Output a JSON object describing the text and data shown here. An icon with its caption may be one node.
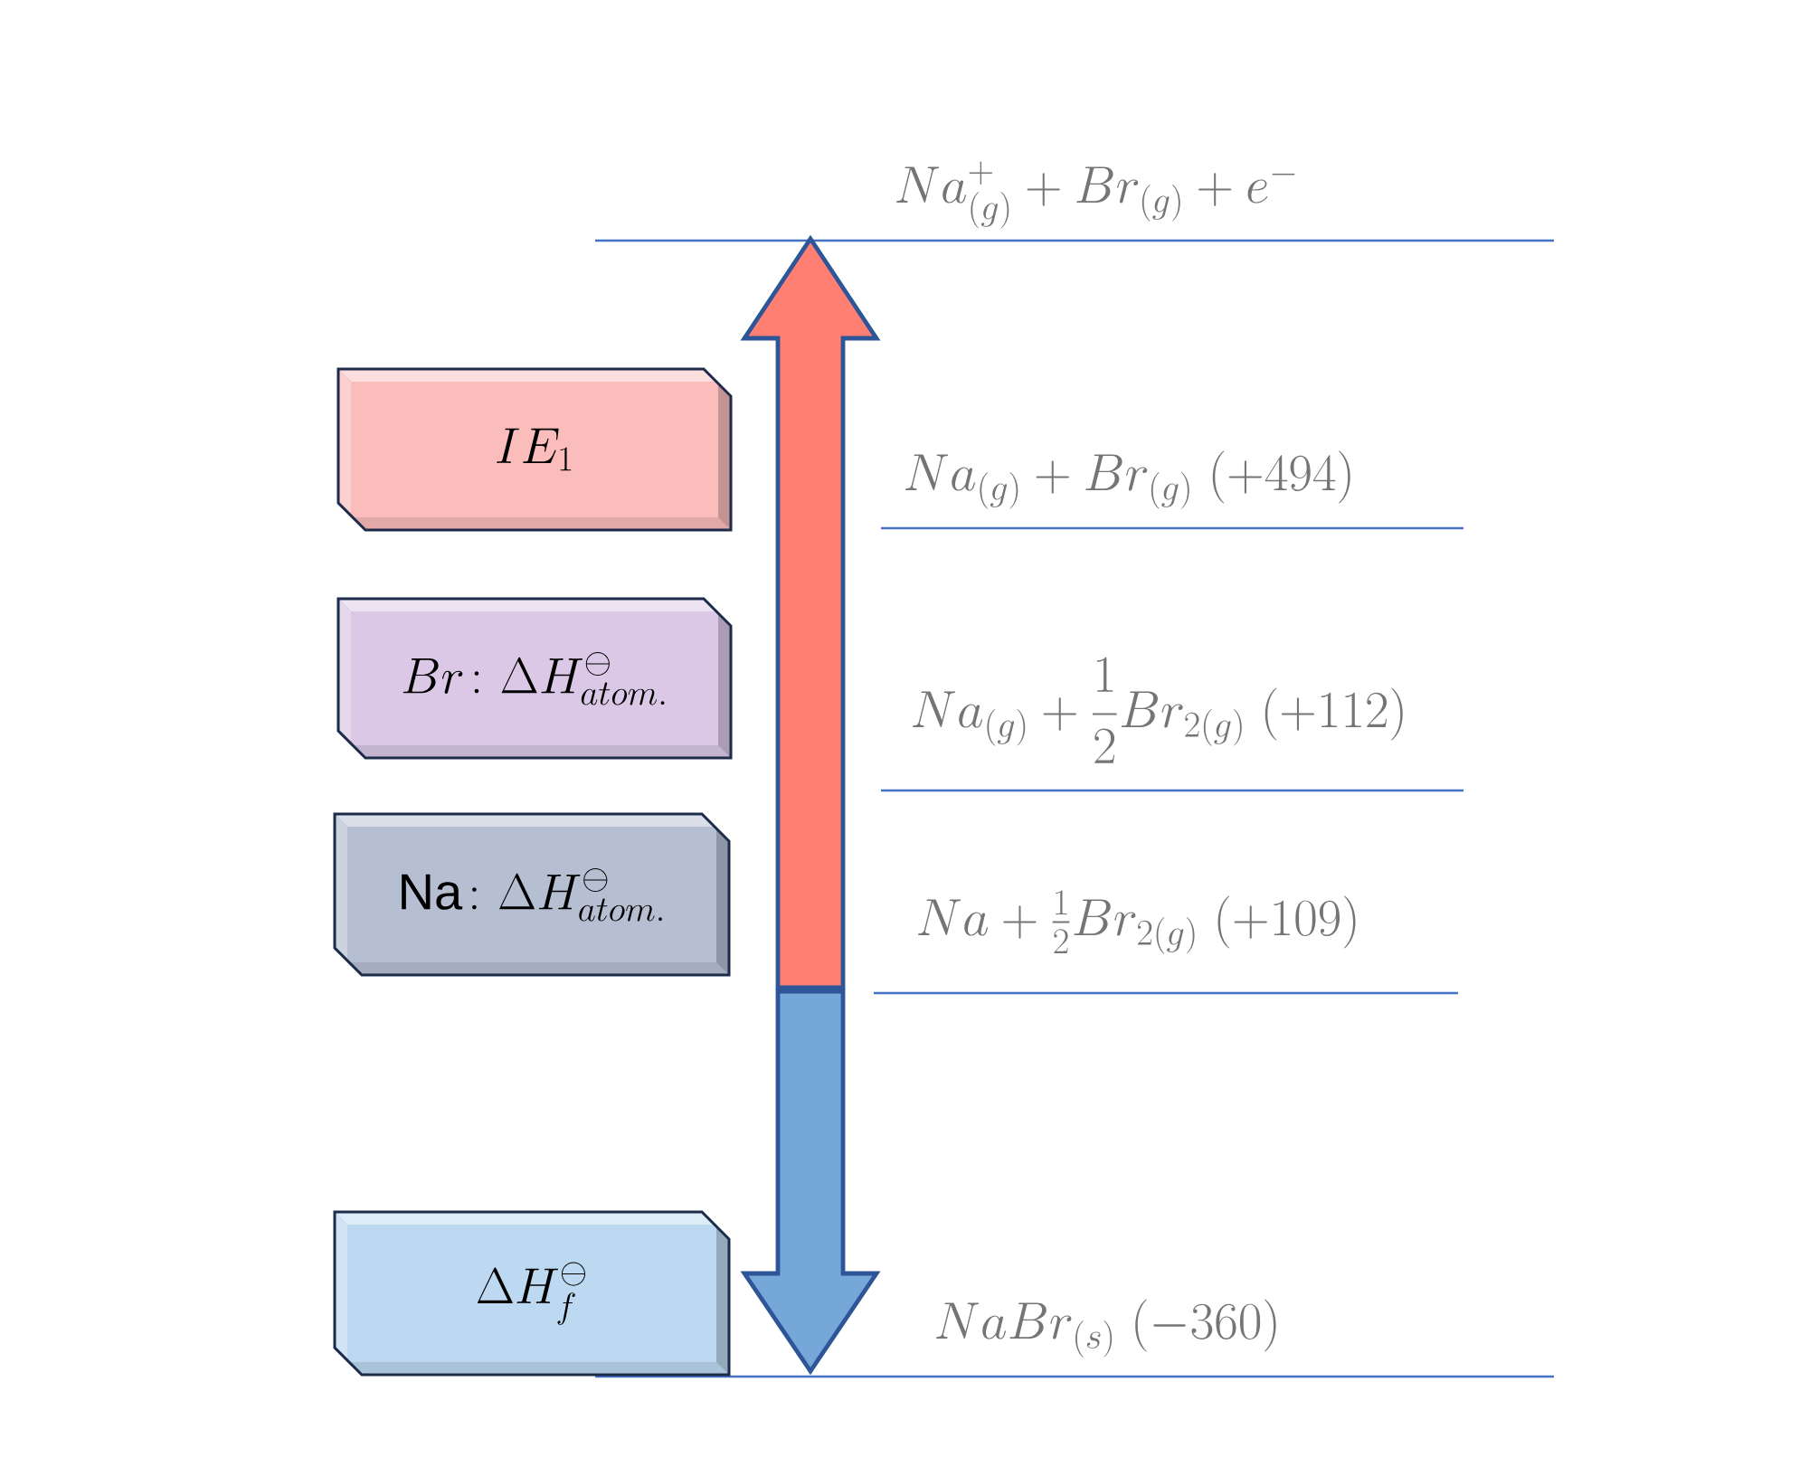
{
  "diagram": {
    "nodes": [
      {
        "text": [
          "IE_{1}"
        ]
      },
      {
        "text": [
          "Br\\colon\\Delta H^{\\ominus}_{atom.}"
        ]
      },
      {
        "text": [
          "\\mathrm{Na}\\colon\\Delta H^{\\ominus}_{atom.}"
        ]
      },
      {
        "text": [
          "\\Delta H^{\\ominus}_{f}"
        ]
      }
    ],
    "labels": [
      "Na^{+}_{(g)}+Br_{(g)}+e^{-}",
      "Na_{(g)}+Br_{(g)}\\;(+494)",
      "Na_{(g)}+\\dfrac{1}{2}Br_{2(g)}\\;(+112)",
      "Na+\\frac{1}{2}Br_{2(g)}\\;(+109)",
      "NaBr_{(s)}\\;(-360)"
    ]
  }
}
